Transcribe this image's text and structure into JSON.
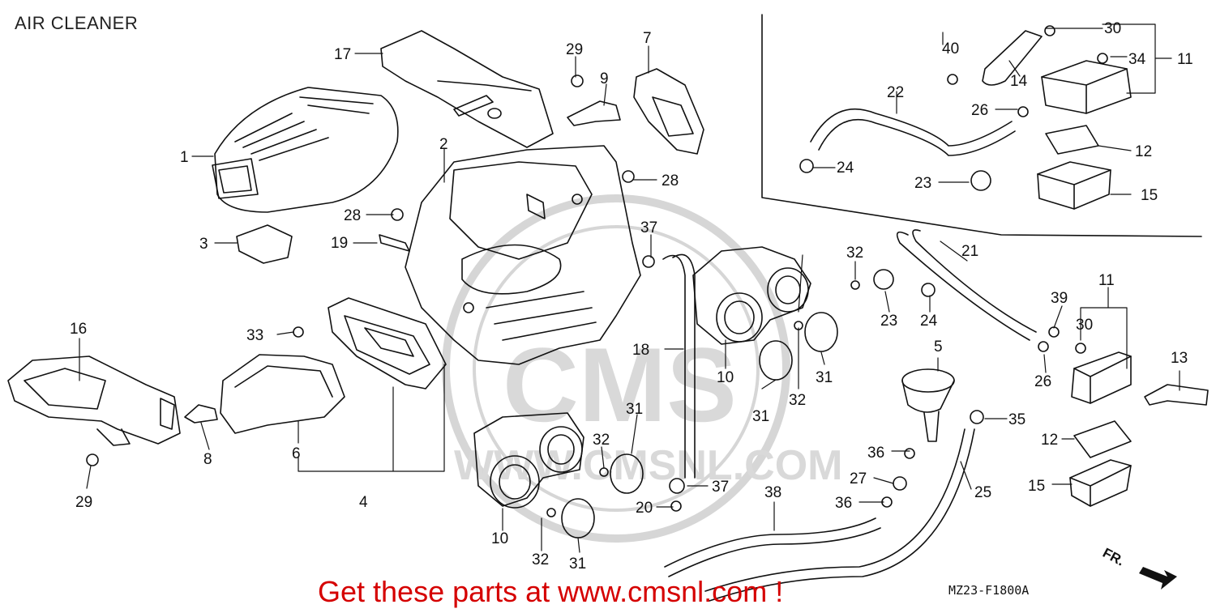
{
  "title": "AIR CLEANER",
  "footer": "Get these parts at www.cmsnl.com !",
  "drawing_code": "MZ23-F1800A",
  "direction_label": "FR.",
  "watermark": {
    "logo": "CMS",
    "url": "WWW.CMSNL.COM"
  },
  "callouts": [
    "1",
    "2",
    "3",
    "4",
    "5",
    "6",
    "7",
    "8",
    "9",
    "10",
    "11",
    "12",
    "13",
    "14",
    "15",
    "16",
    "17",
    "18",
    "19",
    "20",
    "21",
    "22",
    "23",
    "24",
    "25",
    "26",
    "27",
    "28",
    "29",
    "30",
    "31",
    "32",
    "33",
    "34",
    "35",
    "36",
    "37",
    "38",
    "39",
    "40"
  ],
  "colors": {
    "footer_text": "#d50000",
    "line_art": "#111111",
    "watermark": "#cfcfcf"
  }
}
